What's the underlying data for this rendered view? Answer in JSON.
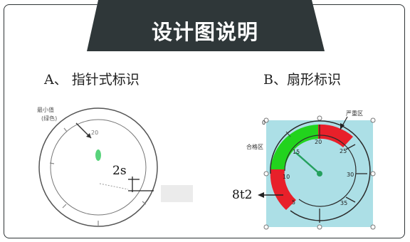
{
  "banner": {
    "title": "设计图说明"
  },
  "sections": {
    "a_label": "A、 指针式标识",
    "b_label": "B、扇形标识"
  },
  "dial_a": {
    "min_label_line1": "最小值",
    "min_label_line2": "(绿色)",
    "tick_20": "20",
    "annotation": "2s"
  },
  "dial_b": {
    "zero_label": "0",
    "ticks": [
      "5",
      "10",
      "15",
      "20",
      "25",
      "30",
      "35"
    ],
    "green_zone_label": "合格区",
    "red_zone_label": "严重区",
    "side_annotation": "8t2",
    "colors": {
      "green": "#22d31d",
      "red": "#e8202a",
      "background": "#acdfe6"
    }
  }
}
